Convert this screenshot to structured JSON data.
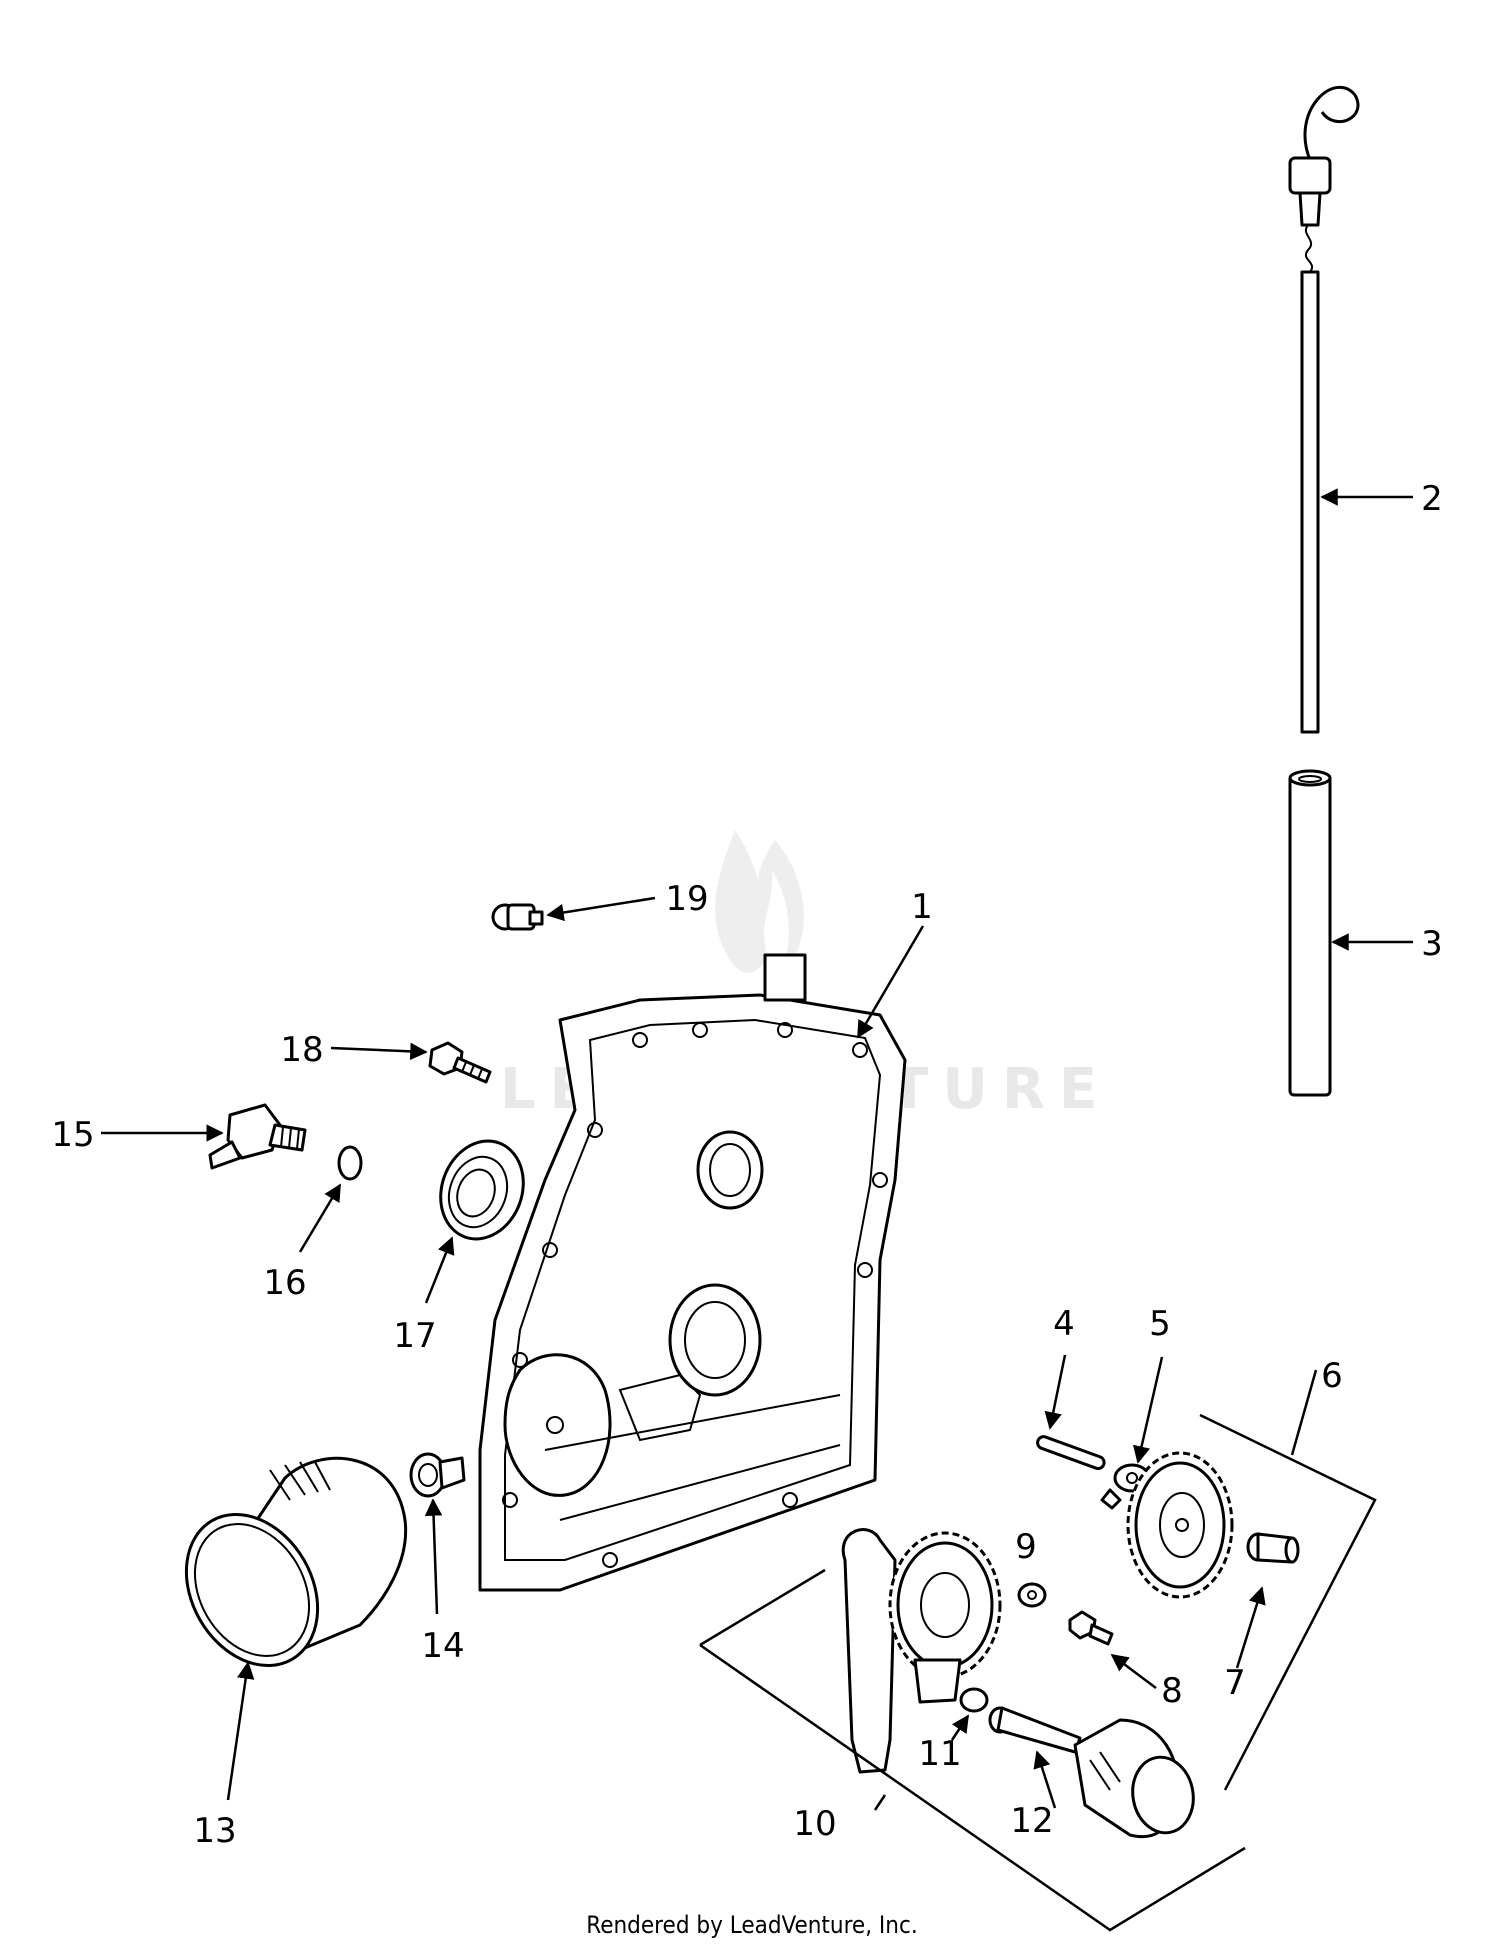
{
  "labels": {
    "p1": "1",
    "p2": "2",
    "p3": "3",
    "p4": "4",
    "p5": "5",
    "p6": "6",
    "p7": "7",
    "p8": "8",
    "p9": "9",
    "p10": "10",
    "p11": "11",
    "p12": "12",
    "p13": "13",
    "p14": "14",
    "p15": "15",
    "p16": "16",
    "p17": "17",
    "p18": "18",
    "p19": "19"
  },
  "watermark": "LEADVENTURE",
  "footer": {
    "credit": "Rendered by LeadVenture, Inc."
  }
}
